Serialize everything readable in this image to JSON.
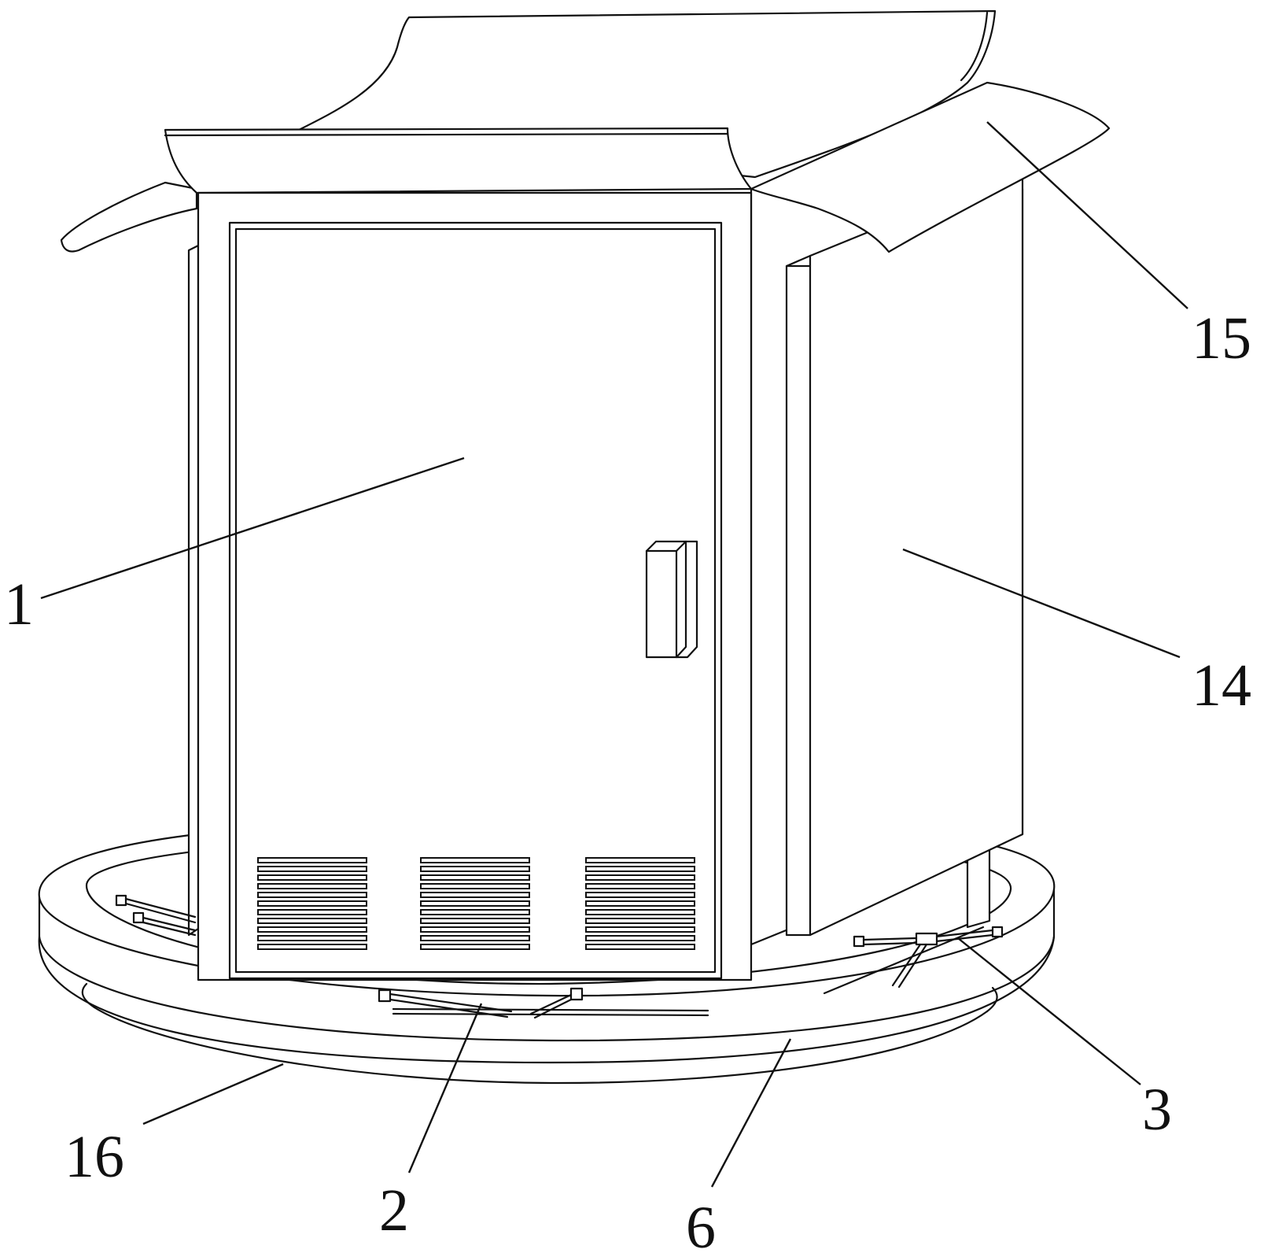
{
  "figure": {
    "callouts": {
      "c1": "1",
      "c2": "2",
      "c3": "3",
      "c6": "6",
      "c14": "14",
      "c15": "15",
      "c16": "16"
    }
  }
}
